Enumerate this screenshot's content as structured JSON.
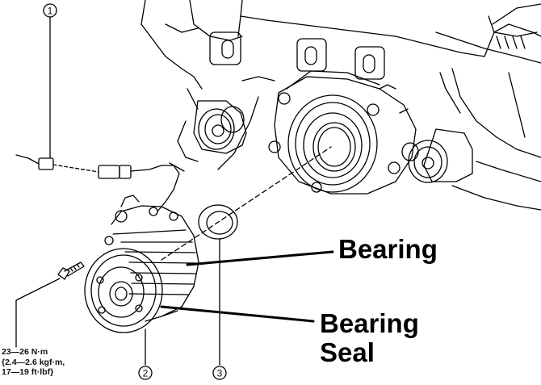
{
  "callouts": [
    "1",
    "2",
    "3"
  ],
  "torque_spec": {
    "line1": "23—26 N·m",
    "line2": "{2.4—2.6 kgf·m,",
    "line3": "17—19 ft·lbf}"
  },
  "annotations": {
    "bearing": "Bearing",
    "bearing_seal_line1": "Bearing",
    "bearing_seal_line2": "Seal"
  },
  "colors": {
    "ink": "#000000",
    "background": "#ffffff"
  }
}
